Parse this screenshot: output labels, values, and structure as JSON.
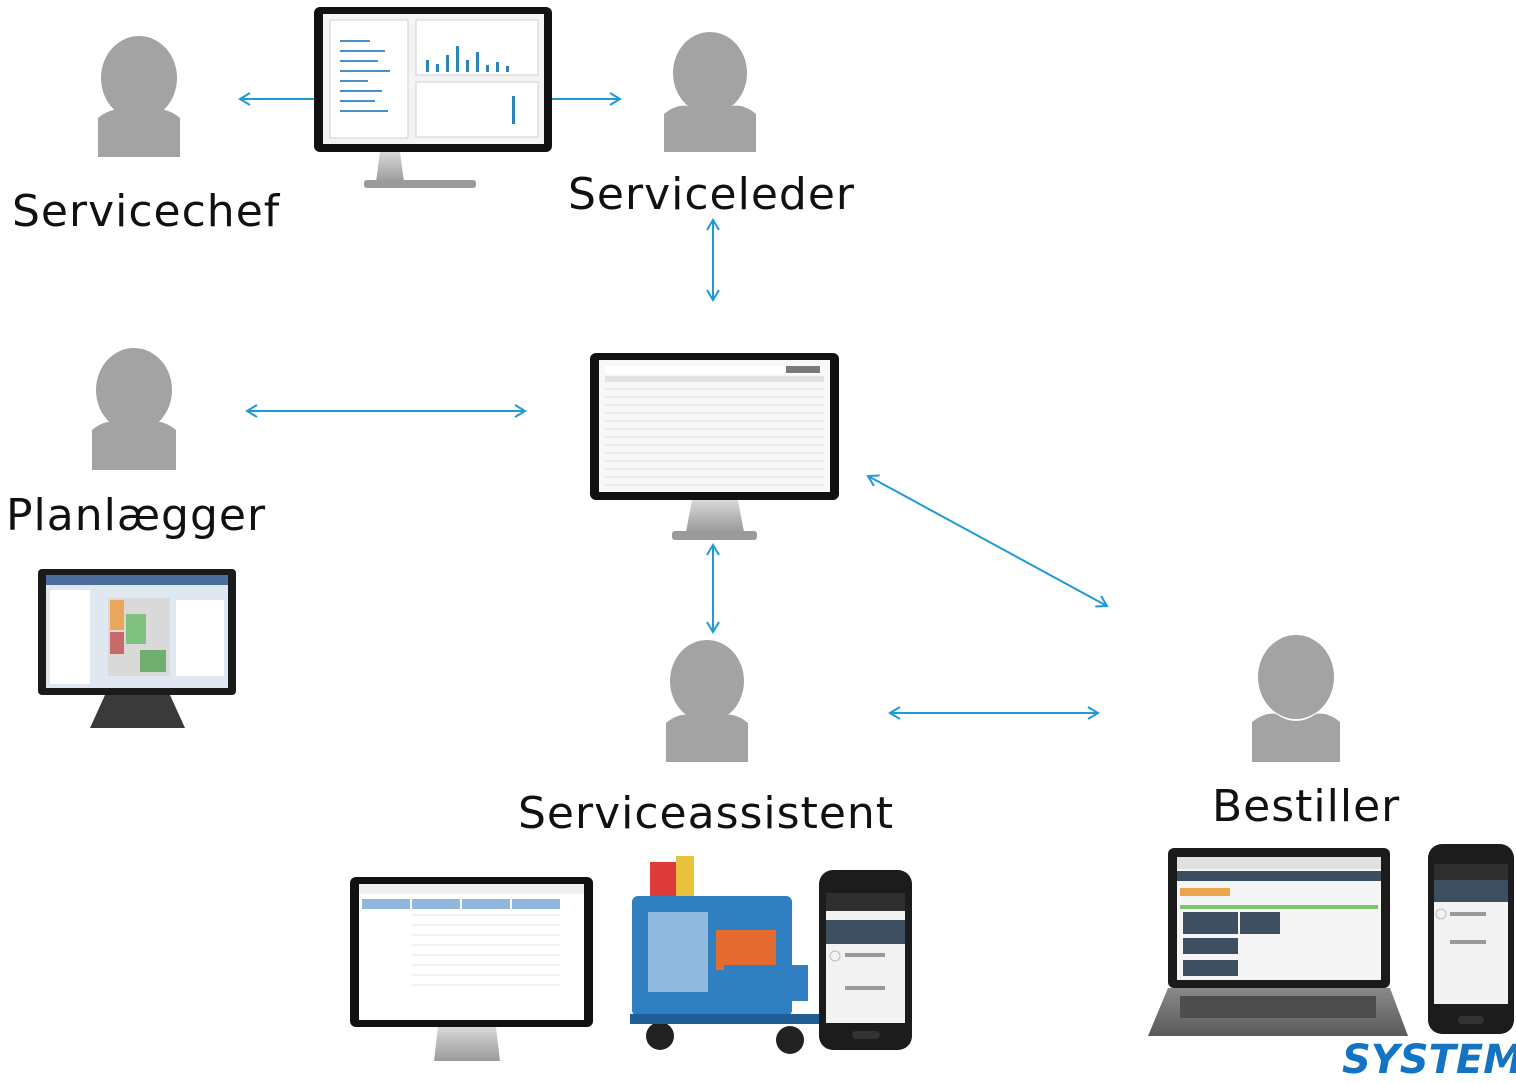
{
  "roles": {
    "servicechef": "Servicechef",
    "serviceleder": "Serviceleder",
    "planlaegger": "Planlægger",
    "serviceassistent": "Serviceassistent",
    "bestiller": "Bestiller"
  },
  "brand": "SYSTEM",
  "colors": {
    "arrow": "#1e9ad6",
    "person": "#a3a3a3",
    "brand": "#1474c4"
  }
}
